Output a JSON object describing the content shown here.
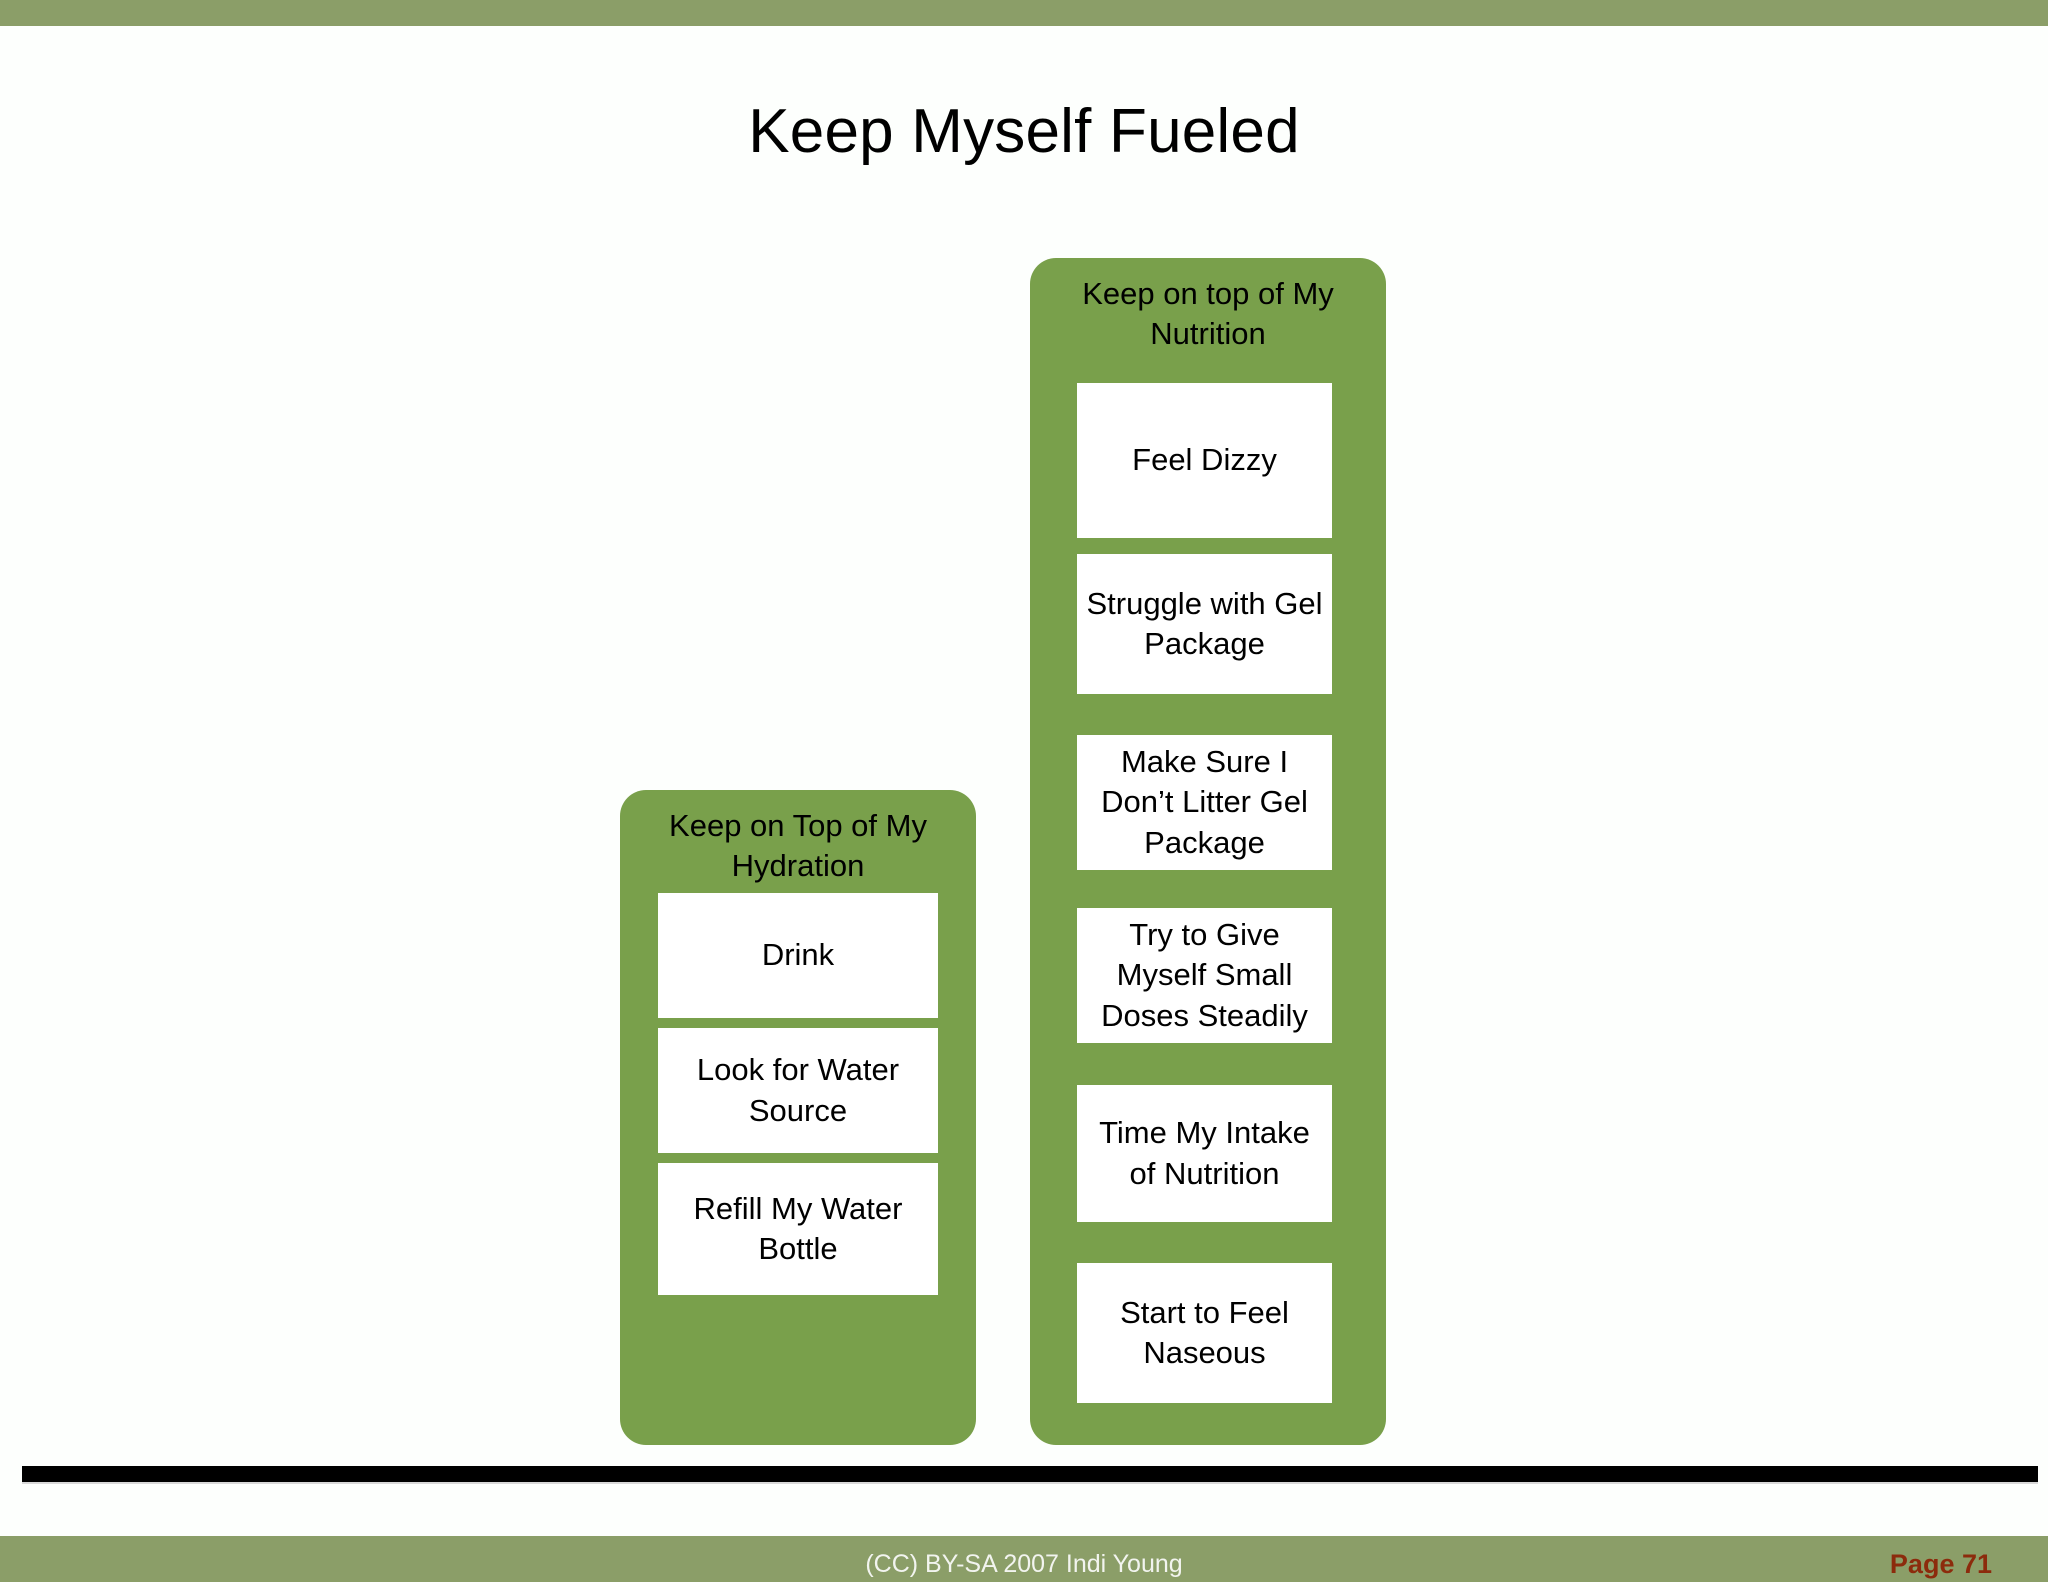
{
  "slide": {
    "title": "Keep Myself Fueled",
    "accent_green": "#79a04b",
    "band_green": "#8b9e68",
    "page_number_color": "#8c2b0c"
  },
  "columns": [
    {
      "id": "hydration",
      "title": "Keep on Top of My Hydration",
      "items": [
        {
          "label": "Drink"
        },
        {
          "label": "Look for Water Source"
        },
        {
          "label": "Refill My Water Bottle"
        }
      ]
    },
    {
      "id": "nutrition",
      "title": "Keep on top of My Nutrition",
      "items": [
        {
          "label": "Feel Dizzy"
        },
        {
          "label": "Struggle with Gel Package"
        },
        {
          "label": "Make Sure I Don’t Litter Gel Package"
        },
        {
          "label": "Try to Give Myself Small Doses Steadily"
        },
        {
          "label": "Time My Intake of Nutrition"
        },
        {
          "label": "Start to Feel Naseous"
        }
      ]
    }
  ],
  "footer": {
    "credit": "(CC) BY-SA 2007 Indi Young",
    "page": "Page 71"
  }
}
